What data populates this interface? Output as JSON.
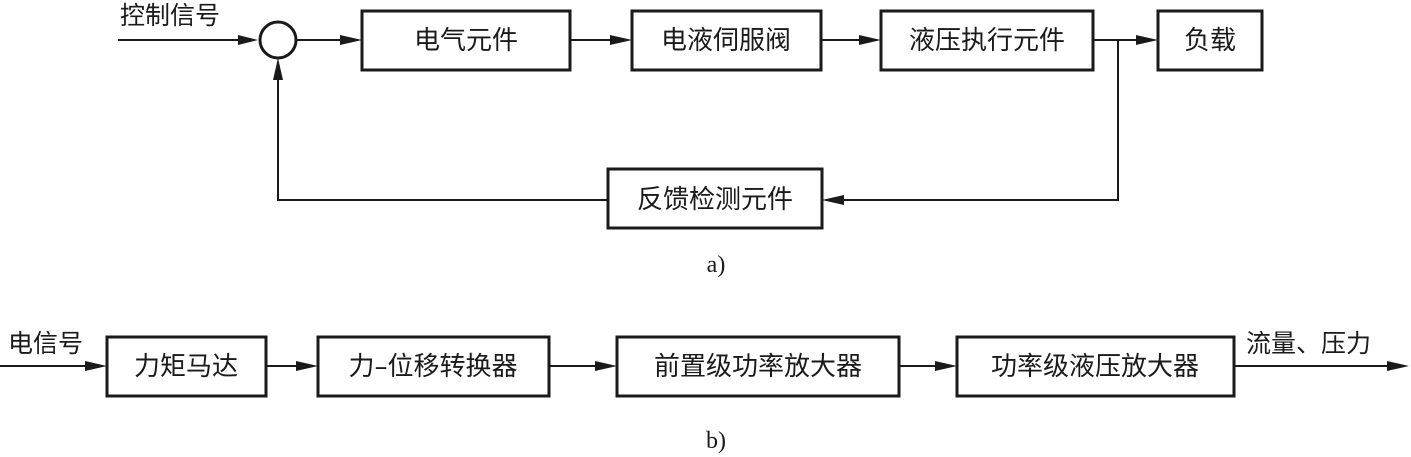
{
  "diagram_a": {
    "input_label": "控制信号",
    "blocks": {
      "electrical": "电气元件",
      "servo_valve": "电液伺服阀",
      "actuator": "液压执行元件",
      "load": "负载",
      "feedback": "反馈检测元件"
    },
    "caption": "a)"
  },
  "diagram_b": {
    "input_label": "电信号",
    "blocks": {
      "torque_motor": "力矩马达",
      "converter": "力–位移转换器",
      "pre_amp": "前置级功率放大器",
      "power_amp": "功率级液压放大器"
    },
    "output_label": "流量、压力",
    "caption": "b)"
  }
}
